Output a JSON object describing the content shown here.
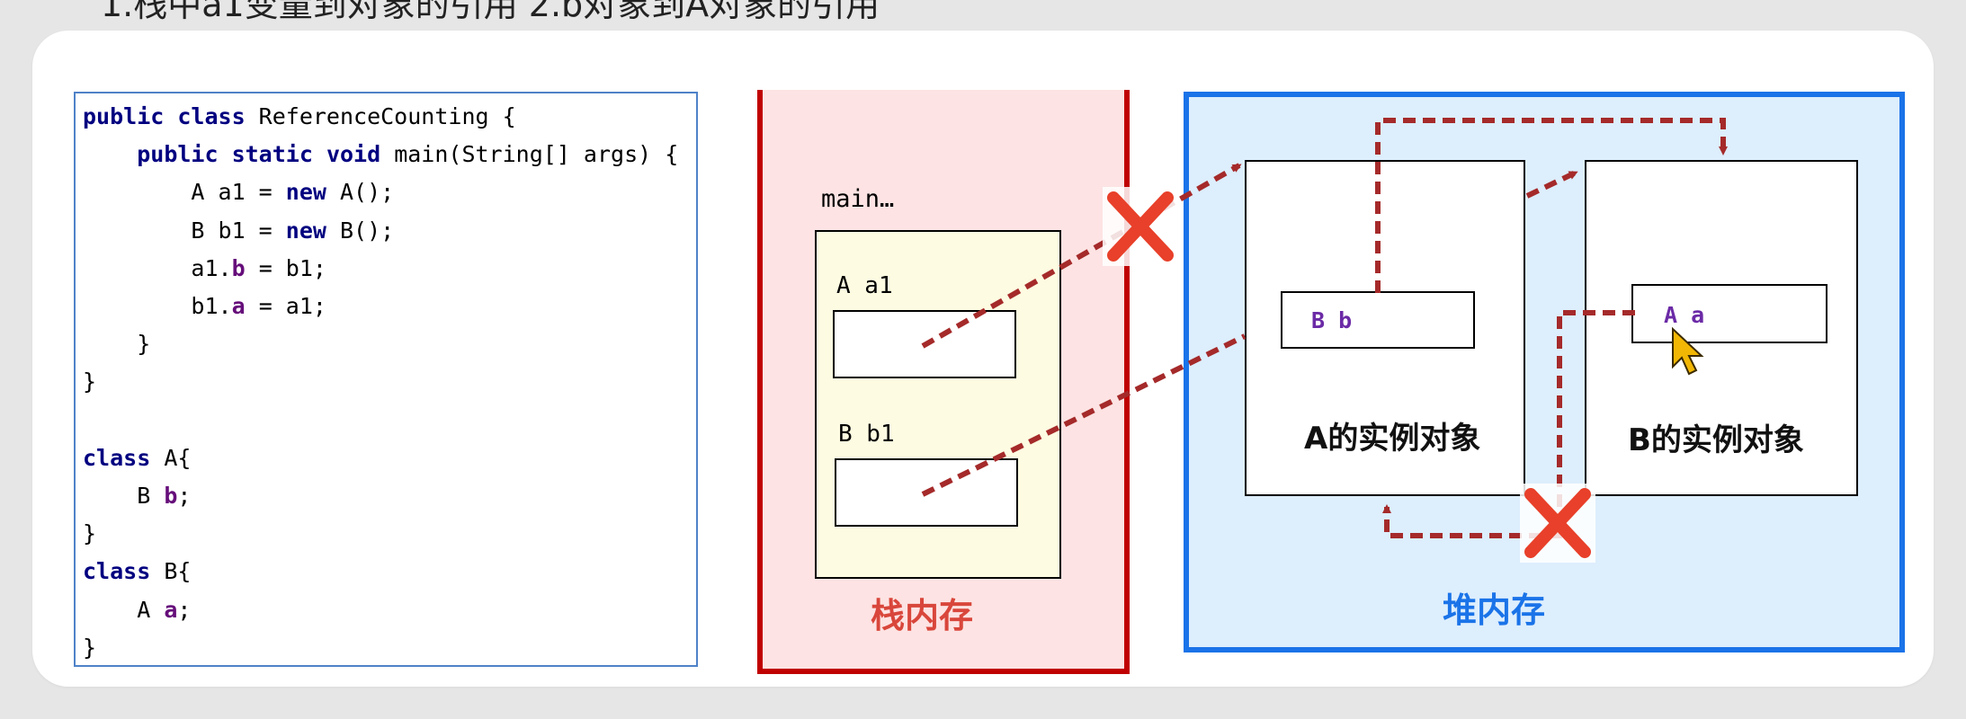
{
  "top_caption": "1.栈中a1变量到对象的引用 2.b对象到A对象的引用",
  "code": {
    "lines": [
      {
        "parts": [
          {
            "t": "public ",
            "c": "kw"
          },
          {
            "t": "class ",
            "c": "kw"
          },
          {
            "t": "ReferenceCounting {",
            "c": ""
          }
        ]
      },
      {
        "parts": [
          {
            "t": "    ",
            "c": ""
          },
          {
            "t": "public ",
            "c": "kw"
          },
          {
            "t": "static ",
            "c": "kw"
          },
          {
            "t": "void ",
            "c": "kw"
          },
          {
            "t": "main(String[] args) {",
            "c": ""
          }
        ]
      },
      {
        "parts": [
          {
            "t": "        A a1 = ",
            "c": ""
          },
          {
            "t": "new ",
            "c": "kw"
          },
          {
            "t": "A();",
            "c": ""
          }
        ]
      },
      {
        "parts": [
          {
            "t": "        B b1 = ",
            "c": ""
          },
          {
            "t": "new ",
            "c": "kw"
          },
          {
            "t": "B();",
            "c": ""
          }
        ]
      },
      {
        "parts": [
          {
            "t": "        a1.",
            "c": ""
          },
          {
            "t": "b",
            "c": "fld"
          },
          {
            "t": " = b1;",
            "c": ""
          }
        ]
      },
      {
        "parts": [
          {
            "t": "        b1.",
            "c": ""
          },
          {
            "t": "a",
            "c": "fld"
          },
          {
            "t": " = a1;",
            "c": ""
          }
        ]
      },
      {
        "parts": [
          {
            "t": "    }",
            "c": ""
          }
        ]
      },
      {
        "parts": [
          {
            "t": "}",
            "c": ""
          }
        ]
      },
      {
        "parts": []
      },
      {
        "parts": [
          {
            "t": "class ",
            "c": "kw"
          },
          {
            "t": "A{",
            "c": ""
          }
        ]
      },
      {
        "parts": [
          {
            "t": "    B ",
            "c": ""
          },
          {
            "t": "b",
            "c": "fld"
          },
          {
            "t": ";",
            "c": ""
          }
        ]
      },
      {
        "parts": [
          {
            "t": "}",
            "c": ""
          }
        ]
      },
      {
        "parts": [
          {
            "t": "class ",
            "c": "kw"
          },
          {
            "t": "B{",
            "c": ""
          }
        ]
      },
      {
        "parts": [
          {
            "t": "    A ",
            "c": ""
          },
          {
            "t": "a",
            "c": "fld"
          },
          {
            "t": ";",
            "c": ""
          }
        ]
      },
      {
        "parts": [
          {
            "t": "}",
            "c": ""
          }
        ]
      }
    ]
  },
  "stack": {
    "title": "栈内存",
    "frame_label": "main…",
    "var_a1": "A  a1",
    "var_b1": "B  b1"
  },
  "heap": {
    "title": "堆内存",
    "object_a_title": "A的实例对象",
    "object_b_title": "B的实例对象",
    "field_b": "B b",
    "field_a": "A a"
  },
  "colors": {
    "stack_border": "#c00000",
    "stack_fill": "#fde3e3",
    "stack_title": "#d9463b",
    "heap_border": "#1a73e8",
    "heap_fill": "#ddeefd",
    "heap_title": "#1a73e8",
    "arrow": "#a52a2a",
    "cross": "#e8402a",
    "field_text": "#6b2aa6"
  },
  "icons": [
    "cross-mark-icon",
    "mouse-pointer-icon"
  ]
}
